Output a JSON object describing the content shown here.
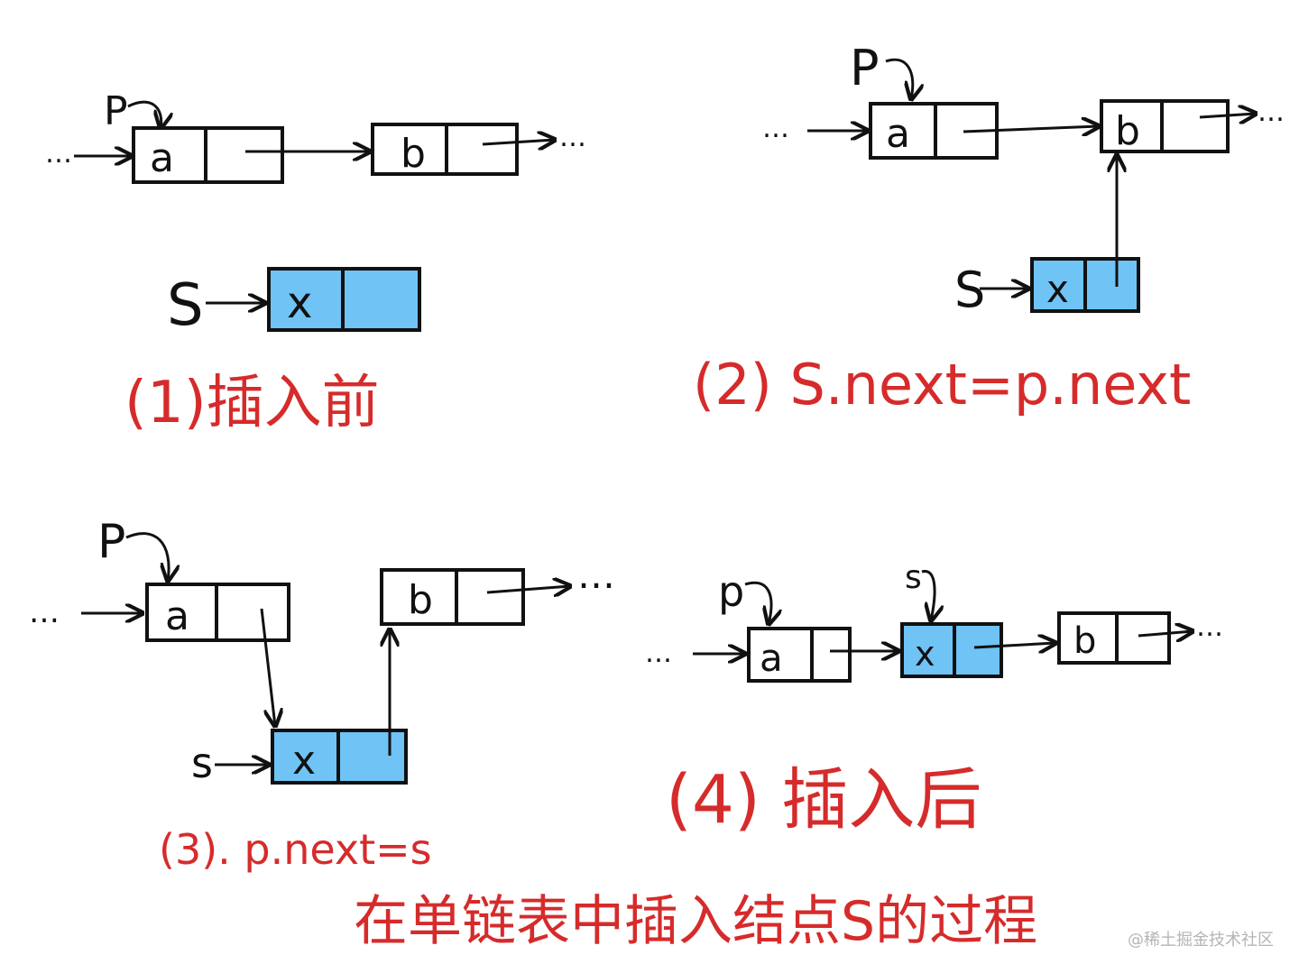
{
  "colors": {
    "ink": "#111111",
    "node_fill": "#6fc3f5",
    "annotation": "#d62b2b",
    "watermark": "#b5b5b5"
  },
  "steps": [
    {
      "caption": "(1)插入前",
      "pointer_p": "P",
      "pointer_s": "S",
      "node_a": "a",
      "node_b": "b",
      "node_x": "x",
      "ellipsis": "…",
      "trailing": "…"
    },
    {
      "caption": "(2) S.next=p.next",
      "pointer_p": "P",
      "pointer_s": "S",
      "node_a": "a",
      "node_b": "b",
      "node_x": "x",
      "ellipsis": "…",
      "trailing": "…"
    },
    {
      "caption": "(3). p.next=s",
      "pointer_p": "P",
      "pointer_s": "s",
      "node_a": "a",
      "node_b": "b",
      "node_x": "x",
      "ellipsis": "…",
      "trailing": "…"
    },
    {
      "caption": "(4) 插入后",
      "pointer_p": "p",
      "pointer_s": "s",
      "node_a": "a",
      "node_b": "b",
      "node_x": "x",
      "ellipsis": "…",
      "trailing": "…"
    }
  ],
  "title": "在单链表中插入结点S的过程",
  "watermark": "@稀土掘金技术社区"
}
